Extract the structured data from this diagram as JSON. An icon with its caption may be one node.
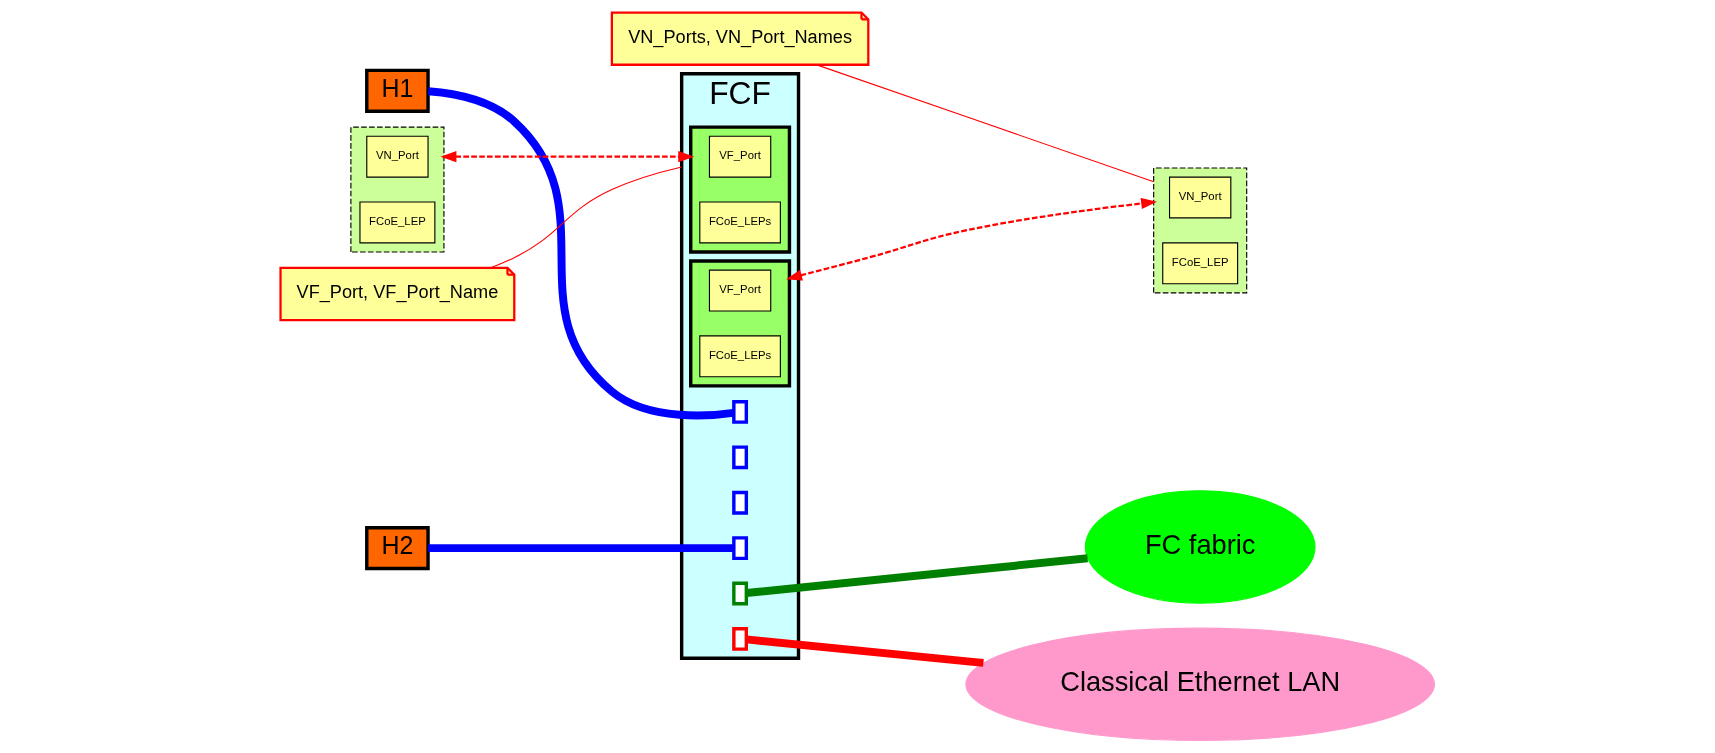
{
  "diagram": {
    "nodes": [
      {
        "text": [
          "H1"
        ]
      },
      {
        "text": [],
        "shape": "box"
      },
      {
        "text": [
          "VN_Port"
        ],
        "in": 1
      },
      {
        "text": [
          "FCoE_LEP"
        ],
        "in": 1
      },
      {
        "text": [],
        "shape": "box"
      },
      {
        "text": [
          "VN_Port"
        ],
        "in": 4
      },
      {
        "text": [
          "FCoE_LEP"
        ],
        "in": 4
      },
      {
        "text": [
          "H2"
        ]
      },
      {
        "text": [
          "FCF"
        ]
      },
      {
        "text": [],
        "shape": "box",
        "in": 8
      },
      {
        "text": [
          "VF_Port"
        ],
        "in": 9
      },
      {
        "text": [
          "FCoE_LEPs"
        ],
        "in": 9
      },
      {
        "text": [],
        "shape": "box",
        "in": 8
      },
      {
        "text": [
          "VF_Port"
        ],
        "in": 12
      },
      {
        "text": [
          "FCoE_LEPs"
        ],
        "in": 12
      },
      {
        "text": [],
        "shape": "box",
        "in": 8
      },
      {
        "text": [],
        "shape": "box",
        "in": 8
      },
      {
        "text": [],
        "shape": "box",
        "in": 8
      },
      {
        "text": [],
        "shape": "box",
        "in": 8
      },
      {
        "text": [],
        "shape": "box",
        "in": 8
      },
      {
        "text": [],
        "shape": "box",
        "in": 8
      },
      {
        "text": [
          "FC fabric"
        ]
      },
      {
        "text": [
          "Classical Ethernet LAN"
        ]
      },
      {
        "text": [
          "VN_Ports, VN_Port_Names"
        ]
      },
      {
        "text": [
          "VF_Port, VF_Port_Name"
        ]
      }
    ],
    "edges": [
      {
        "from": 0,
        "to": 15,
        "arrow": "none",
        "style": "thick",
        "color": "#0000ff"
      },
      {
        "from": 7,
        "to": 18,
        "arrow": "none",
        "style": "thick",
        "color": "#0000ff"
      },
      {
        "from": 19,
        "to": 21,
        "arrow": "none",
        "style": "thick",
        "color": "#008000"
      },
      {
        "from": 20,
        "to": 22,
        "arrow": "none",
        "style": "thick",
        "color": "#ff0000"
      },
      {
        "from": 1,
        "to": 9,
        "arrow": "both",
        "style": "dashed",
        "color": "#ff0000"
      },
      {
        "from": 12,
        "to": 4,
        "arrow": "both",
        "style": "dashed",
        "color": "#ff0000"
      },
      {
        "from": 23,
        "to": 4,
        "arrow": "none",
        "color": "#ff0000"
      },
      {
        "from": 24,
        "to": 8,
        "arrow": "none",
        "color": "#ff0000"
      }
    ]
  }
}
